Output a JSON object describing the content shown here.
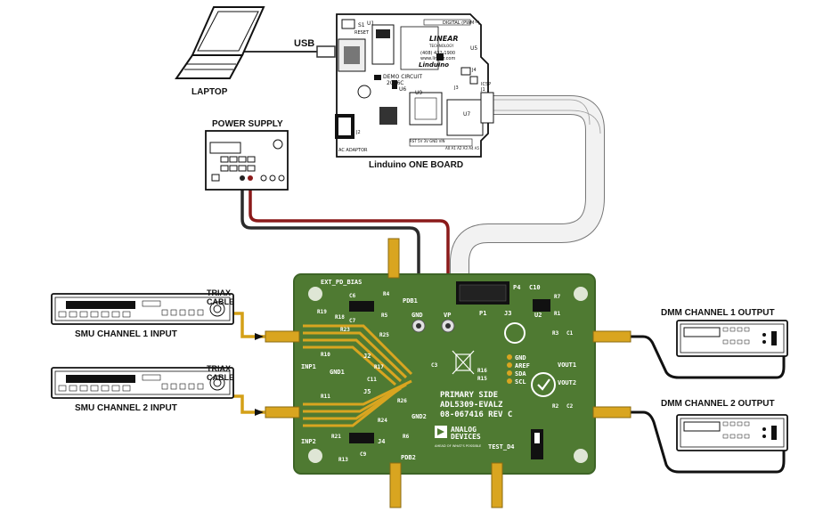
{
  "labels": {
    "laptop": "LAPTOP",
    "usb": "USB",
    "power_supply": "POWER SUPPLY",
    "linduino_board": "Linduino ONE BOARD",
    "smu1": "SMU CHANNEL 1 INPUT",
    "smu2": "SMU CHANNEL 2 INPUT",
    "triax1_line1": "TRIAX",
    "triax1_line2": "CABLE",
    "triax2_line1": "TRIAX",
    "triax2_line2": "CABLE",
    "dmm1": "DMM CHANNEL 1 OUTPUT",
    "dmm2": "DMM CHANNEL 2 OUTPUT"
  },
  "linduino": {
    "s1": "S1",
    "reset": "RESET",
    "digital": "DIGITAL (PWM~)",
    "linear": "LINEAR",
    "technology": "TECHNOLOGY",
    "phone": "(408) 432-1900",
    "web": "www.linear.com",
    "brand": "Linduino",
    "demo1": "DEMO CIRCUIT",
    "demo2": "2026C",
    "u1": "U1",
    "u5": "U5",
    "u6": "U6",
    "u7": "U7",
    "u9": "U9",
    "j1": "J1",
    "j2": "J2",
    "j3": "J3",
    "j4": "J4",
    "icsp": "ICSP",
    "ac_adaptor": "AC ADAPTOR",
    "power_pins": "RST 5V 3V GND VIN",
    "analog_pins": "A0 A1 A2 A3 A4 A5"
  },
  "eval_board": {
    "ext_pd_bias": "EXT_PD_BIAS",
    "pdb1": "PDB1",
    "pdb2": "PDB2",
    "gnd_top": "GND",
    "vp": "VP",
    "p1": "P1",
    "j3_top": "J3",
    "p4": "P4",
    "c10": "C10",
    "r7": "R7",
    "u2": "U2",
    "r1": "R1",
    "r3": "R3",
    "c1": "C1",
    "vout1": "VOUT1",
    "vout2": "VOUT2",
    "r2": "R2",
    "c2": "C2",
    "inp1": "INP1",
    "inp2": "INP2",
    "gnd1": "GND1",
    "gnd2": "GND2",
    "j2": "J2",
    "j5": "J5",
    "j4": "J4",
    "r10": "R10",
    "r11": "R11",
    "r23": "R23",
    "r24": "R24",
    "r25": "R25",
    "r26": "R26",
    "r17": "R17",
    "c11": "C11",
    "r16": "R16",
    "r15": "R15",
    "c3": "C3",
    "r6": "R6",
    "r13": "R13",
    "c9": "C9",
    "r21": "R21",
    "r19": "R19",
    "r18": "R18",
    "r5": "R5",
    "r4": "R4",
    "c6": "C6",
    "c7": "C7",
    "gnd_pin": "GND",
    "aref_pin": "AREF",
    "sda_pin": "SDA",
    "scl_pin": "SCL",
    "primary_side": "PRIMARY SIDE",
    "board_name": "ADL5309-EVALZ",
    "board_rev": "08-067416 REV C",
    "analog1": "ANALOG",
    "analog2": "DEVICES",
    "tagline": "AHEAD OF WHAT'S POSSIBLE",
    "test_d4": "TEST_D4"
  },
  "colors": {
    "pcb": "#4f7a32",
    "pcb_edge": "#3d6426",
    "gold": "#d9a520",
    "cable_red": "#8b1a1a",
    "cable_black": "#2b2b2b",
    "cable_triax": "#d4a017",
    "silk": "#ffffff"
  }
}
